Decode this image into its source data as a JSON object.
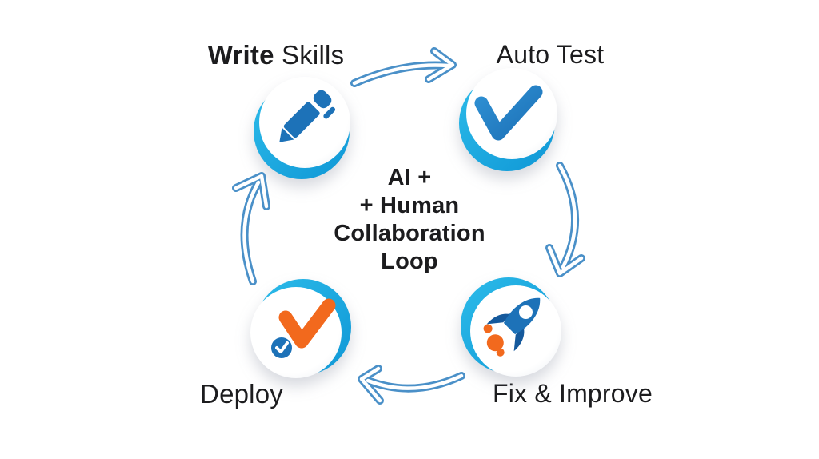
{
  "diagram": {
    "center_caption": {
      "lines": [
        "AI +",
        "+ Human",
        "Collaboration",
        "Loop"
      ]
    },
    "nodes": {
      "write": {
        "label_primary": "Write",
        "label_secondary": " Skills",
        "icon": "pen-icon"
      },
      "test": {
        "label": "Auto Test",
        "icon": "checkmark-icon"
      },
      "fix": {
        "label": "Fix & Improve",
        "icon": "rocket-icon"
      },
      "deploy": {
        "label": "Deploy",
        "icon": "check-with-badge-icon"
      }
    },
    "arrows": [
      {
        "from": "Write Skills",
        "to": "Auto Test"
      },
      {
        "from": "Auto Test",
        "to": "Fix & Improve"
      },
      {
        "from": "Fix & Improve",
        "to": "Deploy"
      },
      {
        "from": "Deploy",
        "to": "Write Skills"
      }
    ]
  },
  "colors": {
    "bg": "#ffffff",
    "text": "#1c1c1e",
    "cyan_light": "#2cbbe9",
    "cyan": "#0f97d6",
    "blue": "#1d72b8",
    "blue_light": "#2e8fd2",
    "blue_dark": "#15599c",
    "orange": "#f2691d",
    "arrow": "#4a90c8"
  }
}
